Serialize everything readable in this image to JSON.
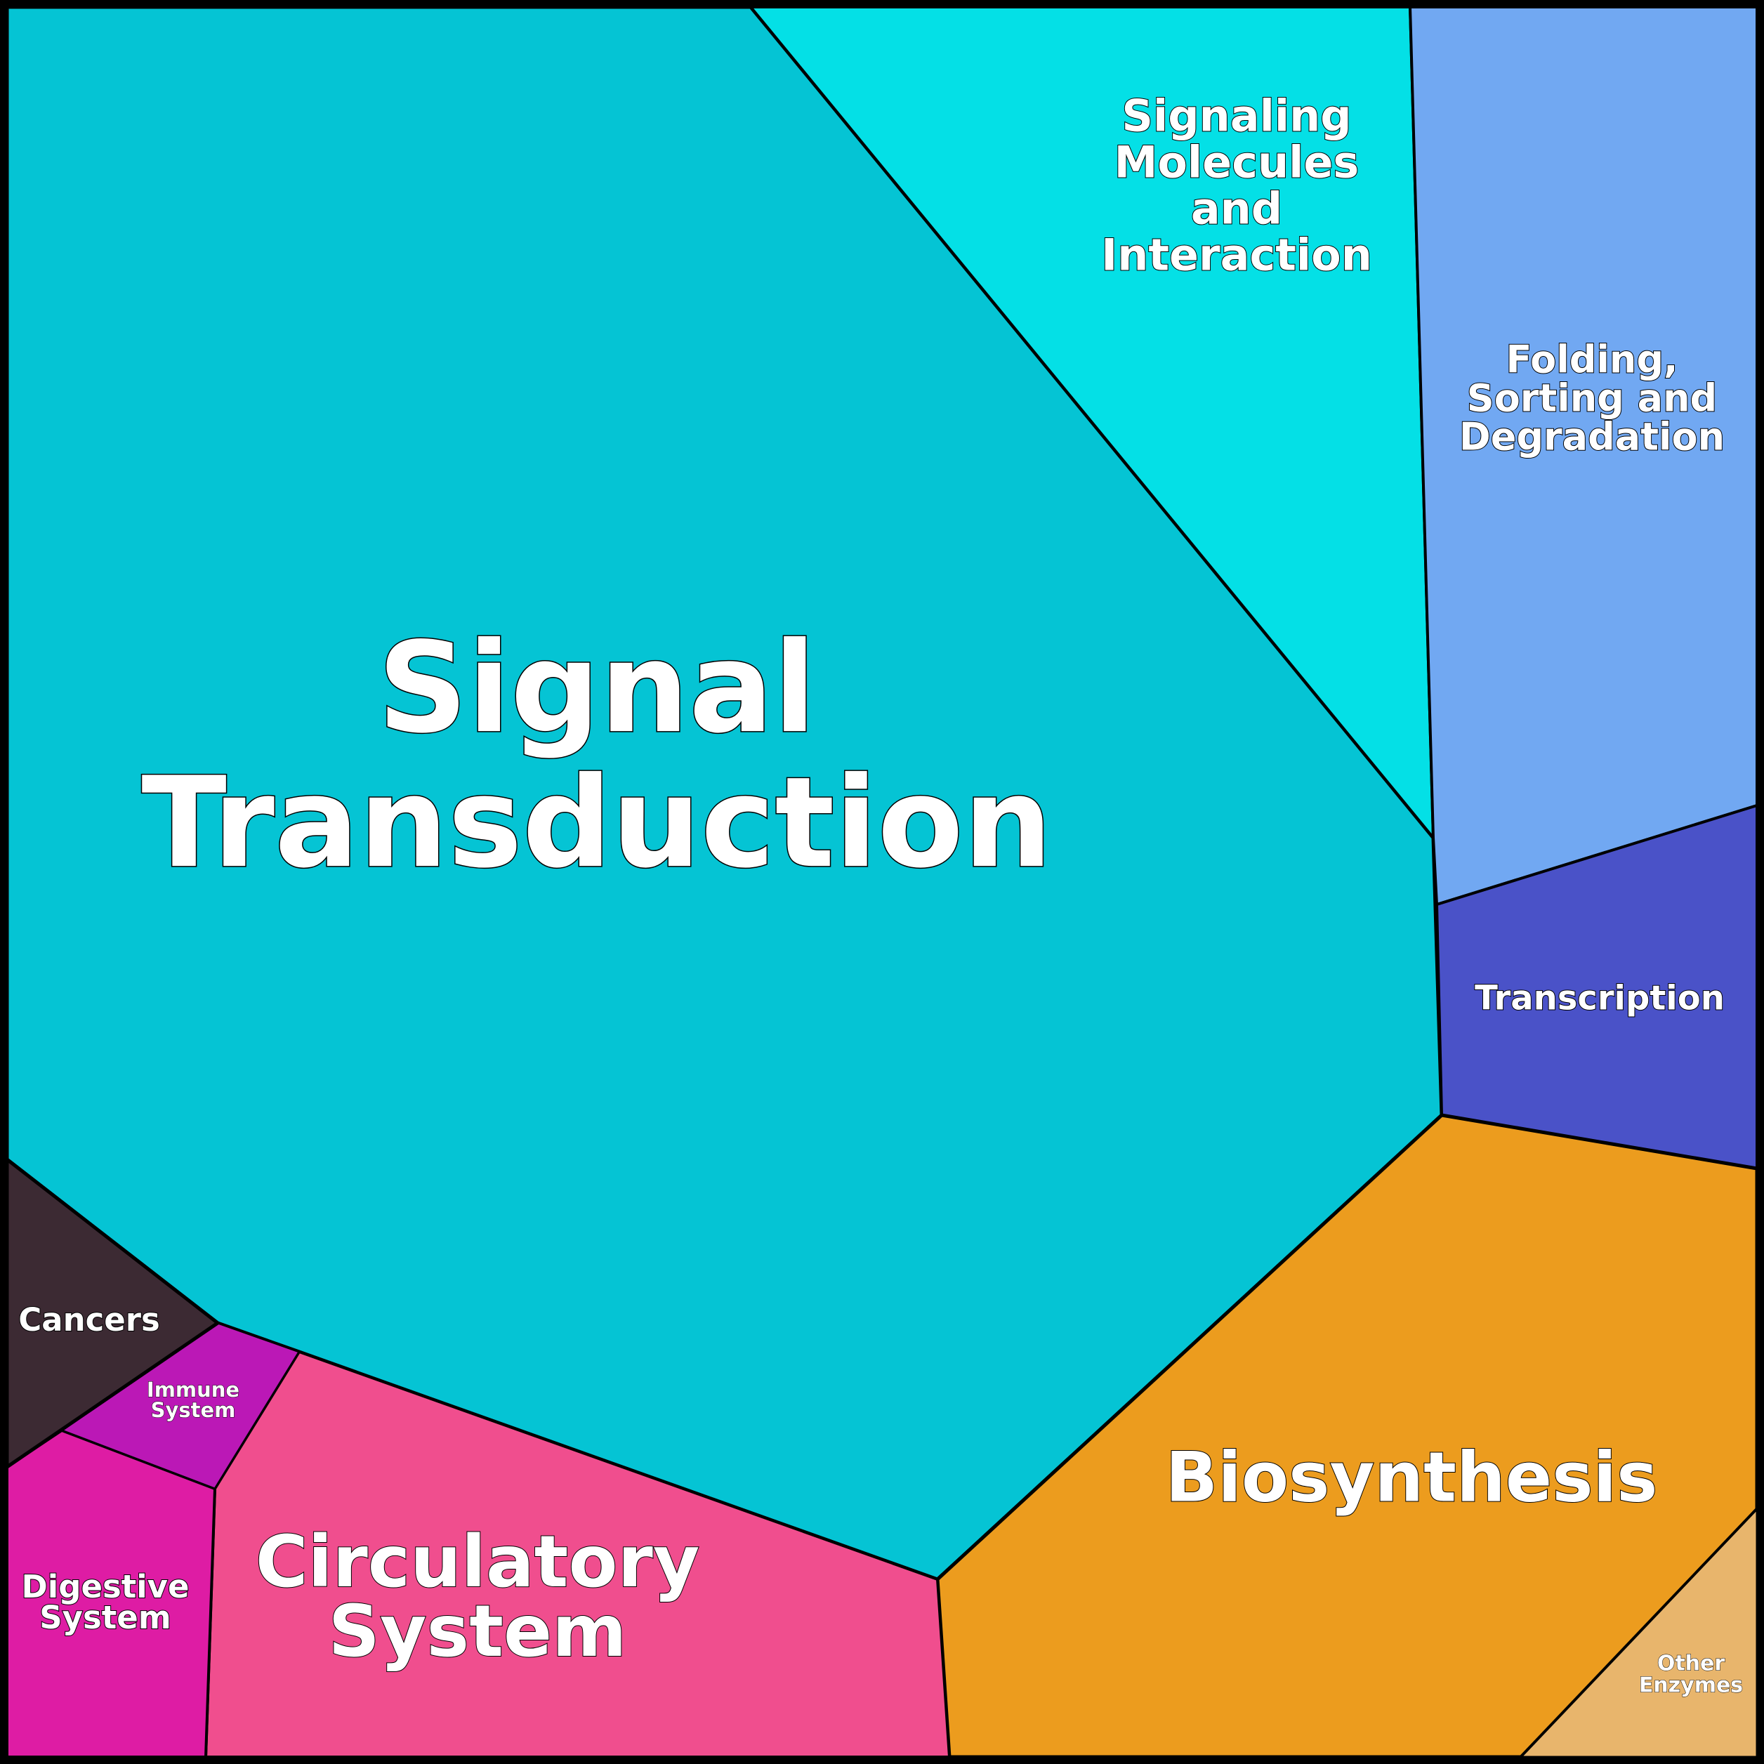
{
  "diagram": {
    "type": "voronoi-treemap",
    "background": "#000000",
    "cells": [
      {
        "id": "signal-transduction",
        "label_lines": [
          "Signal",
          "Transduction"
        ],
        "color": "#05C4D4"
      },
      {
        "id": "signaling-molecules",
        "label_lines": [
          "Signaling",
          "Molecules",
          "and",
          "Interaction"
        ],
        "color": "#04E0E6"
      },
      {
        "id": "folding-sorting",
        "label_lines": [
          "Folding,",
          "Sorting and",
          "Degradation"
        ],
        "color": "#71A8F2"
      },
      {
        "id": "transcription",
        "label_lines": [
          "Transcription"
        ],
        "color": "#4A52C8"
      },
      {
        "id": "biosynthesis",
        "label_lines": [
          "Biosynthesis"
        ],
        "color": "#EC9C1E"
      },
      {
        "id": "other-enzymes",
        "label_lines": [
          "Other",
          "Enzymes"
        ],
        "color": "#E8B56C"
      },
      {
        "id": "circulatory-system",
        "label_lines": [
          "Circulatory",
          "System"
        ],
        "color": "#F04E8E"
      },
      {
        "id": "digestive-system",
        "label_lines": [
          "Digestive",
          "System"
        ],
        "color": "#DE1CA4"
      },
      {
        "id": "immune-system",
        "label_lines": [
          "Immune",
          "System"
        ],
        "color": "#BB18B6"
      },
      {
        "id": "cancers",
        "label_lines": [
          "Cancers"
        ],
        "color": "#3C2A33"
      }
    ]
  }
}
